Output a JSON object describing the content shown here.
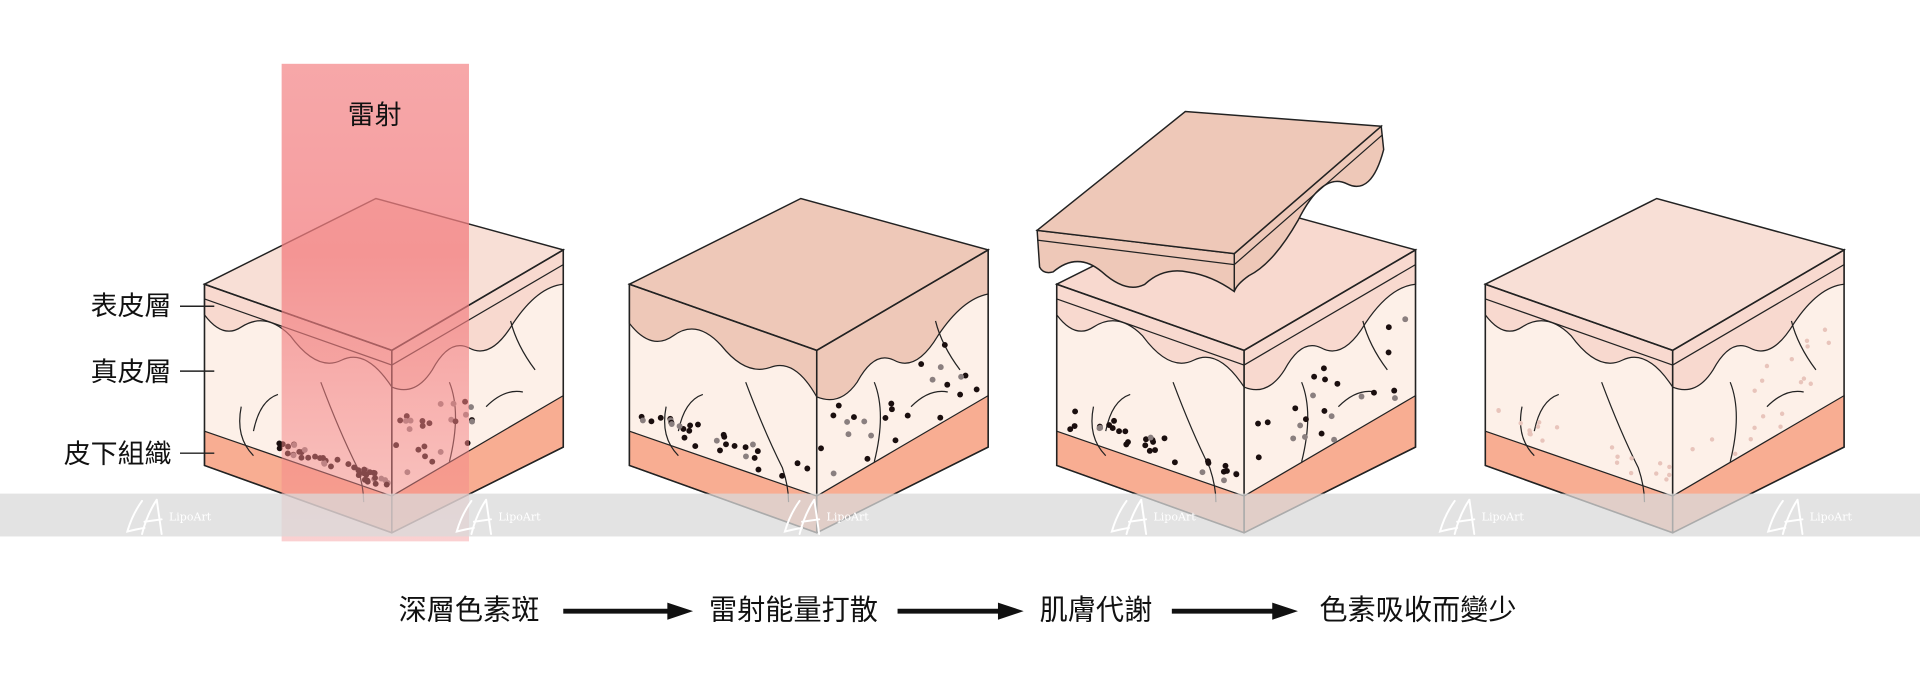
{
  "laser_label": "雷射",
  "layer_labels": [
    "表皮層",
    "真皮層",
    "皮下組織"
  ],
  "flow_steps": [
    "深層色素斑",
    "雷射能量打散",
    "肌膚代謝",
    "色素吸收而變少"
  ],
  "watermark": "LipoArt",
  "colors": {
    "top_face": "#f8dfd6",
    "top_face_thick": "#eec8b8",
    "epidermis": "#f8d9cf",
    "dermis": "#fdf0e8",
    "subcutaneous": "#f8ad92",
    "laser": "#f48a8c",
    "pigment_dark": "#1a0e0e",
    "pigment_gray": "#8a7f7f",
    "pigment_pale": "#e8c4bb",
    "band": "#d9d9d9"
  }
}
